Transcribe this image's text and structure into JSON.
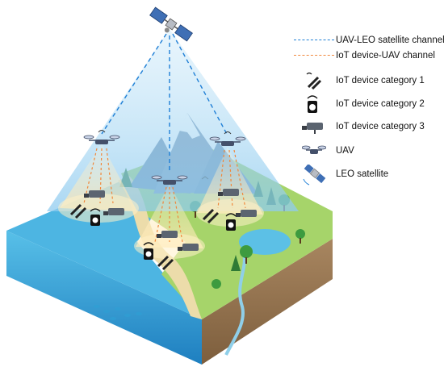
{
  "legend": {
    "items": [
      {
        "key": "uav-leo-channel",
        "label": "UAV-LEO satellite channel",
        "symbol": "dashed-line",
        "color": "#1f7fd6"
      },
      {
        "key": "iot-uav-channel",
        "label": "IoT device-UAV channel",
        "symbol": "dashed-line",
        "color": "#f0883c"
      },
      {
        "key": "iot-category-1",
        "label": "IoT device category 1",
        "symbol": "sensor-pole-icon"
      },
      {
        "key": "iot-category-2",
        "label": "IoT device category 2",
        "symbol": "wireless-speaker-icon"
      },
      {
        "key": "iot-category-3",
        "label": "IoT device category 3",
        "symbol": "camera-icon"
      },
      {
        "key": "uav",
        "label": "UAV",
        "symbol": "quadcopter-icon"
      },
      {
        "key": "leo-satellite",
        "label": "LEO satellite",
        "symbol": "satellite-icon"
      }
    ]
  },
  "colors": {
    "beam": "#a9d6f2",
    "water": "#3aa6d8",
    "land": "#9ccc5a",
    "soil": "#9a7a55",
    "uav_leo_channel": "#1f7fd6",
    "iot_uav_channel": "#f0883c"
  }
}
